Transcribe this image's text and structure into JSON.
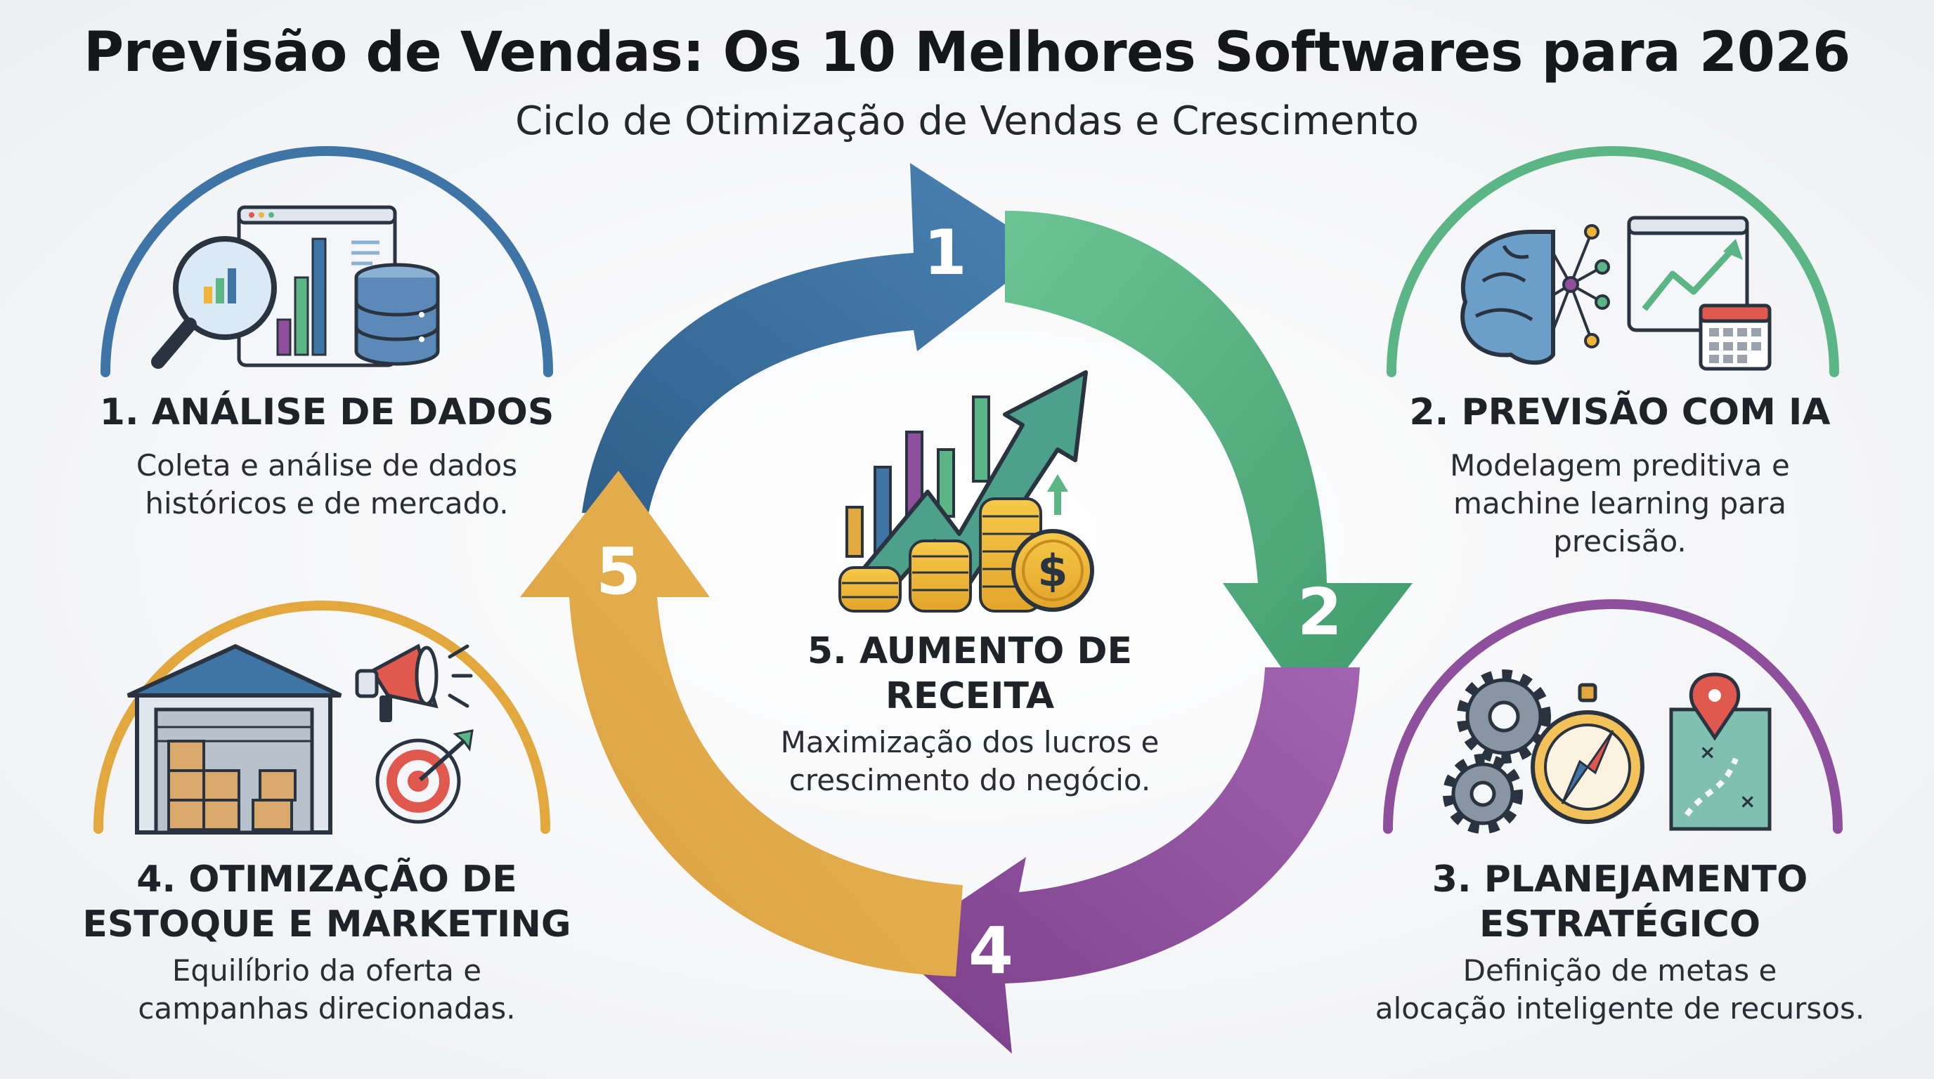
{
  "title": "Previsão de Vendas: Os 10 Melhores Softwares para 2026",
  "subtitle": "Ciclo de Otimização de Vendas e Crescimento",
  "colors": {
    "blue": "#3f75a6",
    "green": "#5bb585",
    "purple": "#8e4f9c",
    "gold": "#e2a83d",
    "text": "#1f2227"
  },
  "cycle": {
    "arrow_numbers": [
      "1",
      "2",
      "4",
      "5"
    ]
  },
  "stages": {
    "s1": {
      "heading": [
        "1. ANÁLISE DE DADOS"
      ],
      "desc": [
        "Coleta e análise de dados",
        "históricos e de mercado."
      ],
      "icons": [
        "magnifier-chart-icon",
        "bar-chart-icon",
        "database-icon"
      ]
    },
    "s2": {
      "heading": [
        "2. PREVISÃO COM IA"
      ],
      "desc": [
        "Modelagem preditiva e",
        "machine learning para",
        "precisão."
      ],
      "icons": [
        "brain-network-icon",
        "trend-chart-icon",
        "calendar-icon"
      ]
    },
    "s3": {
      "heading": [
        "3. PLANEJAMENTO",
        "ESTRATÉGICO"
      ],
      "desc": [
        "Definição de metas e",
        "alocação inteligente de recursos."
      ],
      "icons": [
        "gears-icon",
        "compass-icon",
        "map-pin-icon"
      ]
    },
    "s4": {
      "heading": [
        "4. OTIMIZAÇÃO DE",
        "ESTOQUE E MARKETING"
      ],
      "desc": [
        "Equilíbrio da oferta e",
        "campanhas direcionadas."
      ],
      "icons": [
        "warehouse-icon",
        "megaphone-icon",
        "target-icon"
      ]
    },
    "s5": {
      "heading": [
        "5. AUMENTO DE",
        "RECEITA"
      ],
      "desc": [
        "Maximização dos lucros e",
        "crescimento do negócio."
      ],
      "icons": [
        "growth-chart-icon",
        "coins-icon",
        "dollar-coin-icon"
      ]
    }
  }
}
